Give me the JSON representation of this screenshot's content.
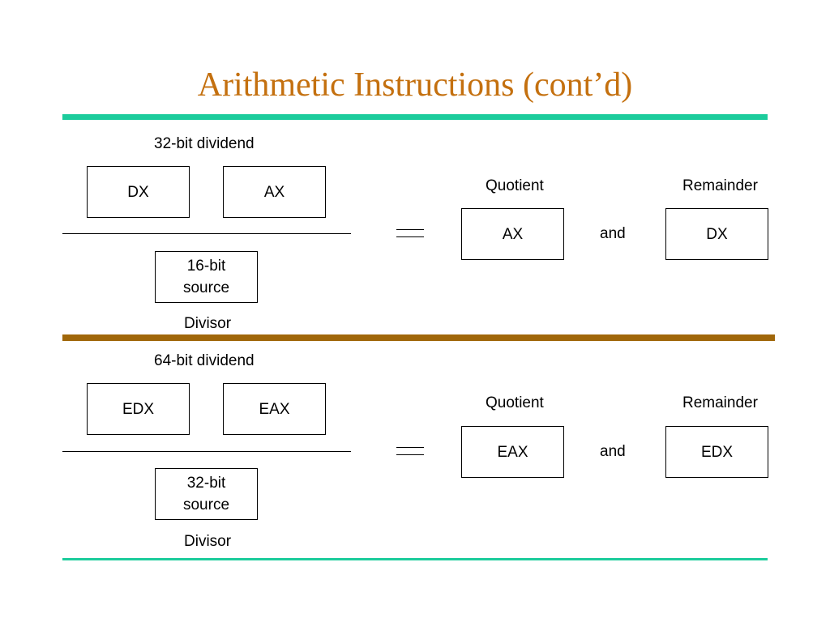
{
  "title": "Arithmetic Instructions (cont’d)",
  "colors": {
    "title": "#c4700f",
    "teal_rule": "#1ccc9c",
    "brown_rule": "#a0670a"
  },
  "panels": [
    {
      "dividend_label": "32-bit dividend",
      "dividend_high": "DX",
      "dividend_low": "AX",
      "source_line1": "16-bit",
      "source_line2": "source",
      "divisor_label": "Divisor",
      "quotient_label": "Quotient",
      "quotient_reg": "AX",
      "and_label": "and",
      "remainder_label": "Remainder",
      "remainder_reg": "DX"
    },
    {
      "dividend_label": "64-bit dividend",
      "dividend_high": "EDX",
      "dividend_low": "EAX",
      "source_line1": "32-bit",
      "source_line2": "source",
      "divisor_label": "Divisor",
      "quotient_label": "Quotient",
      "quotient_reg": "EAX",
      "and_label": "and",
      "remainder_label": "Remainder",
      "remainder_reg": "EDX"
    }
  ]
}
